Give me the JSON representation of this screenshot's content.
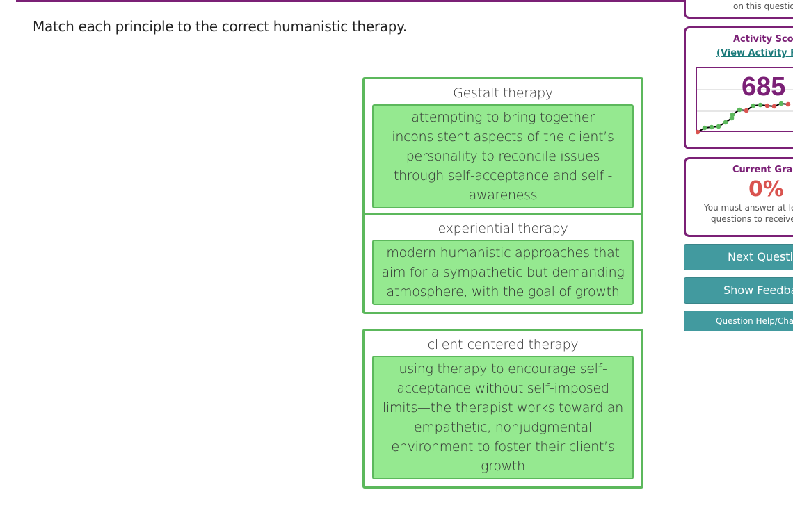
{
  "question": {
    "prompt": "Match each principle to the correct humanistic therapy."
  },
  "matches": [
    {
      "term": "Gestalt therapy",
      "definition": "attempting to bring together inconsistent aspects of the client’s personality to reconcile issues through self-acceptance and self -awareness"
    },
    {
      "term": "experiential therapy",
      "definition": "modern humanistic approaches that aim for a sympathetic but demanding atmosphere, with the goal of growth"
    },
    {
      "term": "client-centered therapy",
      "definition": "using therapy to encourage self-acceptance without self-imposed limits—the therapist works toward an empathetic, nonjudgmental environment to foster their client’s growth"
    }
  ],
  "sidebar": {
    "top_note": "on this question",
    "activity_title": "Activity Score",
    "activity_link": "(View Activity Rep",
    "score": "685",
    "history": [
      "wrong",
      "right",
      "right",
      "right",
      "right",
      "right",
      "right",
      "right",
      "wrong",
      "right",
      "right",
      "wrong",
      "wrong",
      "right",
      "wrong"
    ],
    "grade_title": "Current Grade",
    "grade": "0%",
    "grade_note_1": "You must answer at leas",
    "grade_note_2": "questions to receive a",
    "next_label": "Next Questio",
    "feedback_label": "Show Feedba",
    "help_label": "Question Help/Chall"
  },
  "colors": {
    "brand": "#7b2076",
    "correct": "#5cb85c",
    "button": "#429a9f",
    "wrong": "#d9534f"
  }
}
